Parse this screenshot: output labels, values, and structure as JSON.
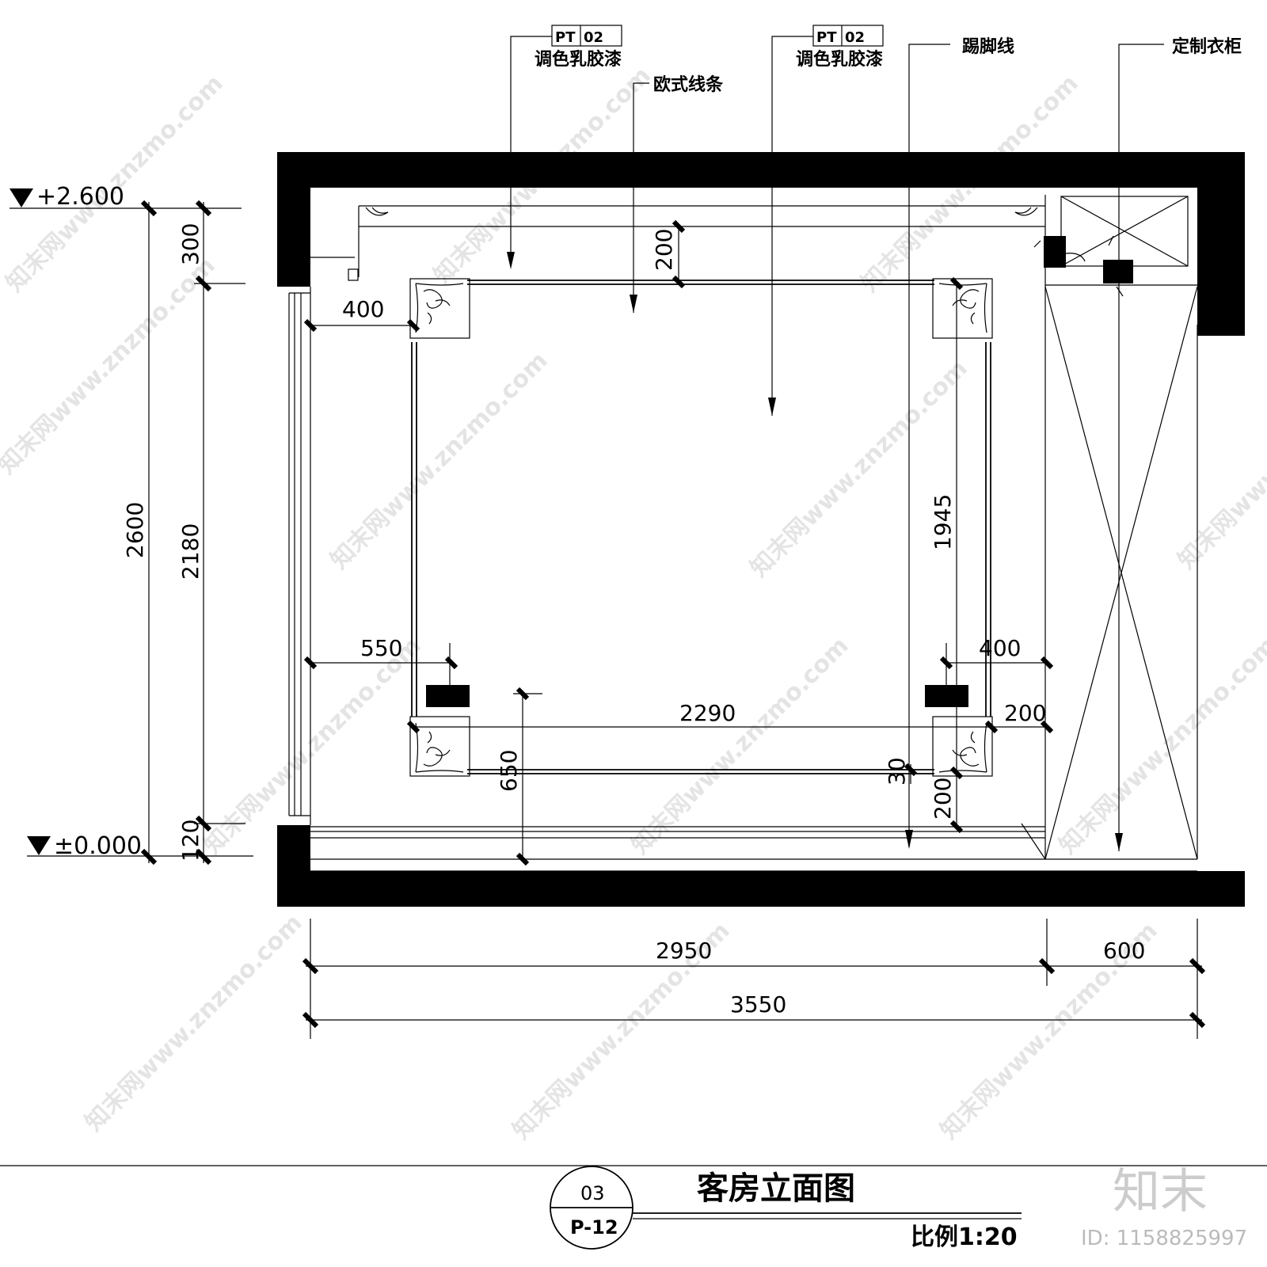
{
  "title": "客房立面图",
  "scale": "比例1:20",
  "drawing_no": "03",
  "sheet_no": "P-12",
  "levels": {
    "top": "+2.600",
    "bottom": "±0.000"
  },
  "callouts": {
    "pt1_code": "PT",
    "pt1_num": "02",
    "pt1_text": "调色乳胶漆",
    "pt2_code": "PT",
    "pt2_num": "02",
    "pt2_text": "调色乳胶漆",
    "euro_molding": "欧式线条",
    "skirting": "踢脚线",
    "wardrobe": "定制衣柜"
  },
  "dims": {
    "total_height": "2600",
    "h_300": "300",
    "h_2180": "2180",
    "h_120": "120",
    "d_200_top": "200",
    "d_400_left": "400",
    "d_550": "550",
    "d_400_right": "400",
    "d_2290": "2290",
    "d_200_right": "200",
    "d_1945": "1945",
    "d_650": "650",
    "d_30": "30",
    "d_200_bottom": "200",
    "w_2950": "2950",
    "w_600": "600",
    "w_3550": "3550"
  },
  "watermark": {
    "brand": "知末",
    "id_text": "ID: 1158825997",
    "repeat_text": "知末网www.znzmo.com"
  }
}
